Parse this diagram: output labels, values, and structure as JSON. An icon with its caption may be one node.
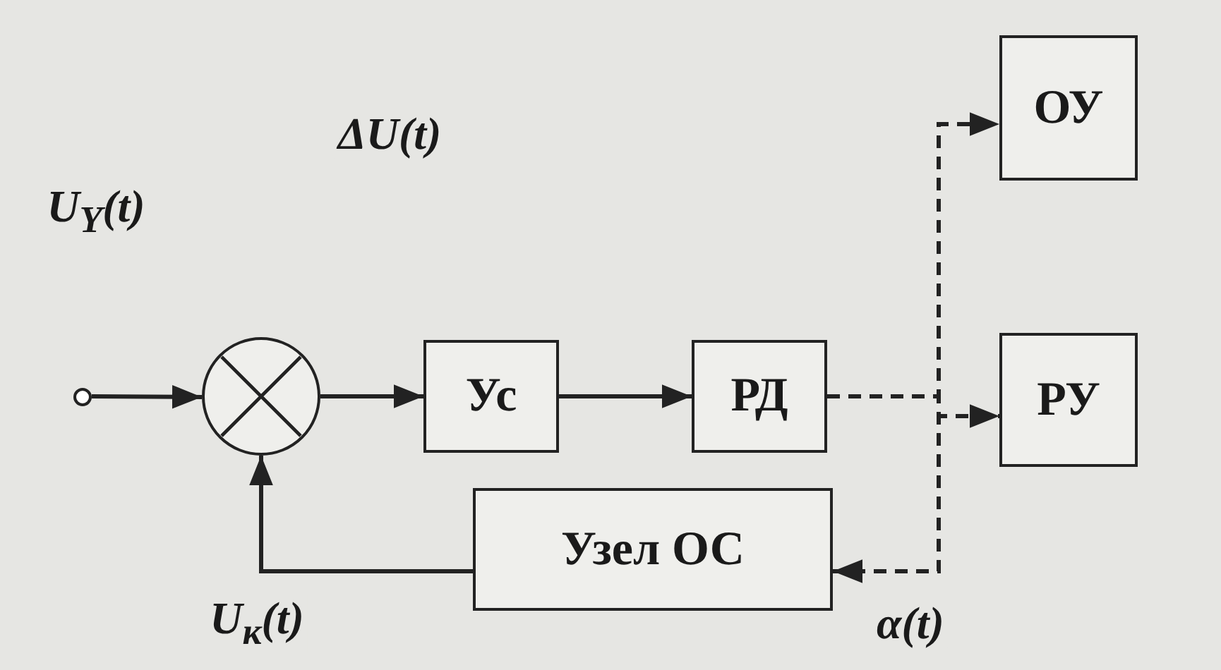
{
  "diagram": {
    "nodes": [
      {
        "text": [],
        "shape": "circle"
      },
      {
        "text": [],
        "shape": "circle"
      },
      {
        "text": [
          "Ус"
        ]
      },
      {
        "text": [
          "РД"
        ]
      },
      {
        "text": [
          "ОУ"
        ]
      },
      {
        "text": [
          "РУ"
        ]
      },
      {
        "text": [
          "Узел ОС"
        ]
      }
    ],
    "edges": [
      {
        "from": 0,
        "to": 1,
        "arrow": "to",
        "label": "U$_{Y}$(t)"
      },
      {
        "from": 1,
        "to": 2,
        "arrow": "to"
      },
      {
        "from": 2,
        "to": 3,
        "arrow": "to"
      },
      {
        "from": 3,
        "to": 4,
        "arrow": "to",
        "style": "dashed"
      },
      {
        "from": 3,
        "to": 5,
        "arrow": "to",
        "style": "dashed"
      },
      {
        "from": 3,
        "to": 6,
        "arrow": "to",
        "style": "dashed",
        "label": "α(t)"
      },
      {
        "from": 6,
        "to": 1,
        "arrow": "to",
        "label": "U$_{к}$(t)"
      }
    ],
    "labels": [
      "ΔU(t)"
    ]
  }
}
